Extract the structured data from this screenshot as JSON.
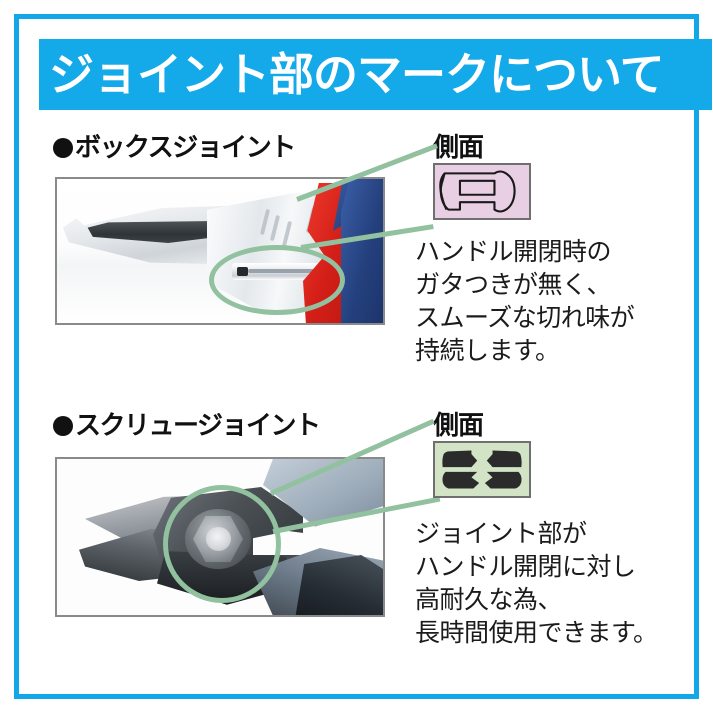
{
  "header": {
    "title": "ジョイント部のマークについて",
    "band_color": "#14A9E9",
    "title_color": "#FFFFFF"
  },
  "frame": {
    "border_color": "#11A7E8"
  },
  "highlight": {
    "color": "#92C1A0"
  },
  "sections": [
    {
      "id": "box-joint",
      "heading": "ボックスジョイント",
      "bullet": "filled-circle",
      "side_view_label": "側面",
      "diagram": {
        "name": "box-joint-cross-section",
        "fill_color": "#E9CFE4",
        "stroke_color": "#1A1A1A",
        "border_color": "#6F6F6F"
      },
      "photo": {
        "name": "box-joint-plier-photo",
        "alt": "クロームめっきのプライヤー先端と赤青グリップ",
        "highlight_shape": "ellipse"
      },
      "description": "ハンドル開閉時の\nガタつきが無く、\nスムーズな切れ味が\n持続します。"
    },
    {
      "id": "screw-joint",
      "heading": "スクリュージョイント",
      "bullet": "filled-circle",
      "side_view_label": "側面",
      "diagram": {
        "name": "screw-joint-cross-section",
        "fill_color": "#D2E3C6",
        "shape_color": "#2B2B2B",
        "border_color": "#6F6F6F"
      },
      "photo": {
        "name": "screw-joint-nipper-photo",
        "alt": "六角スクリュージョイントのニッパー",
        "highlight_shape": "circle"
      },
      "description": "ジョイント部が\nハンドル開閉に対し\n高耐久な為、\n長時間使用できます。"
    }
  ]
}
